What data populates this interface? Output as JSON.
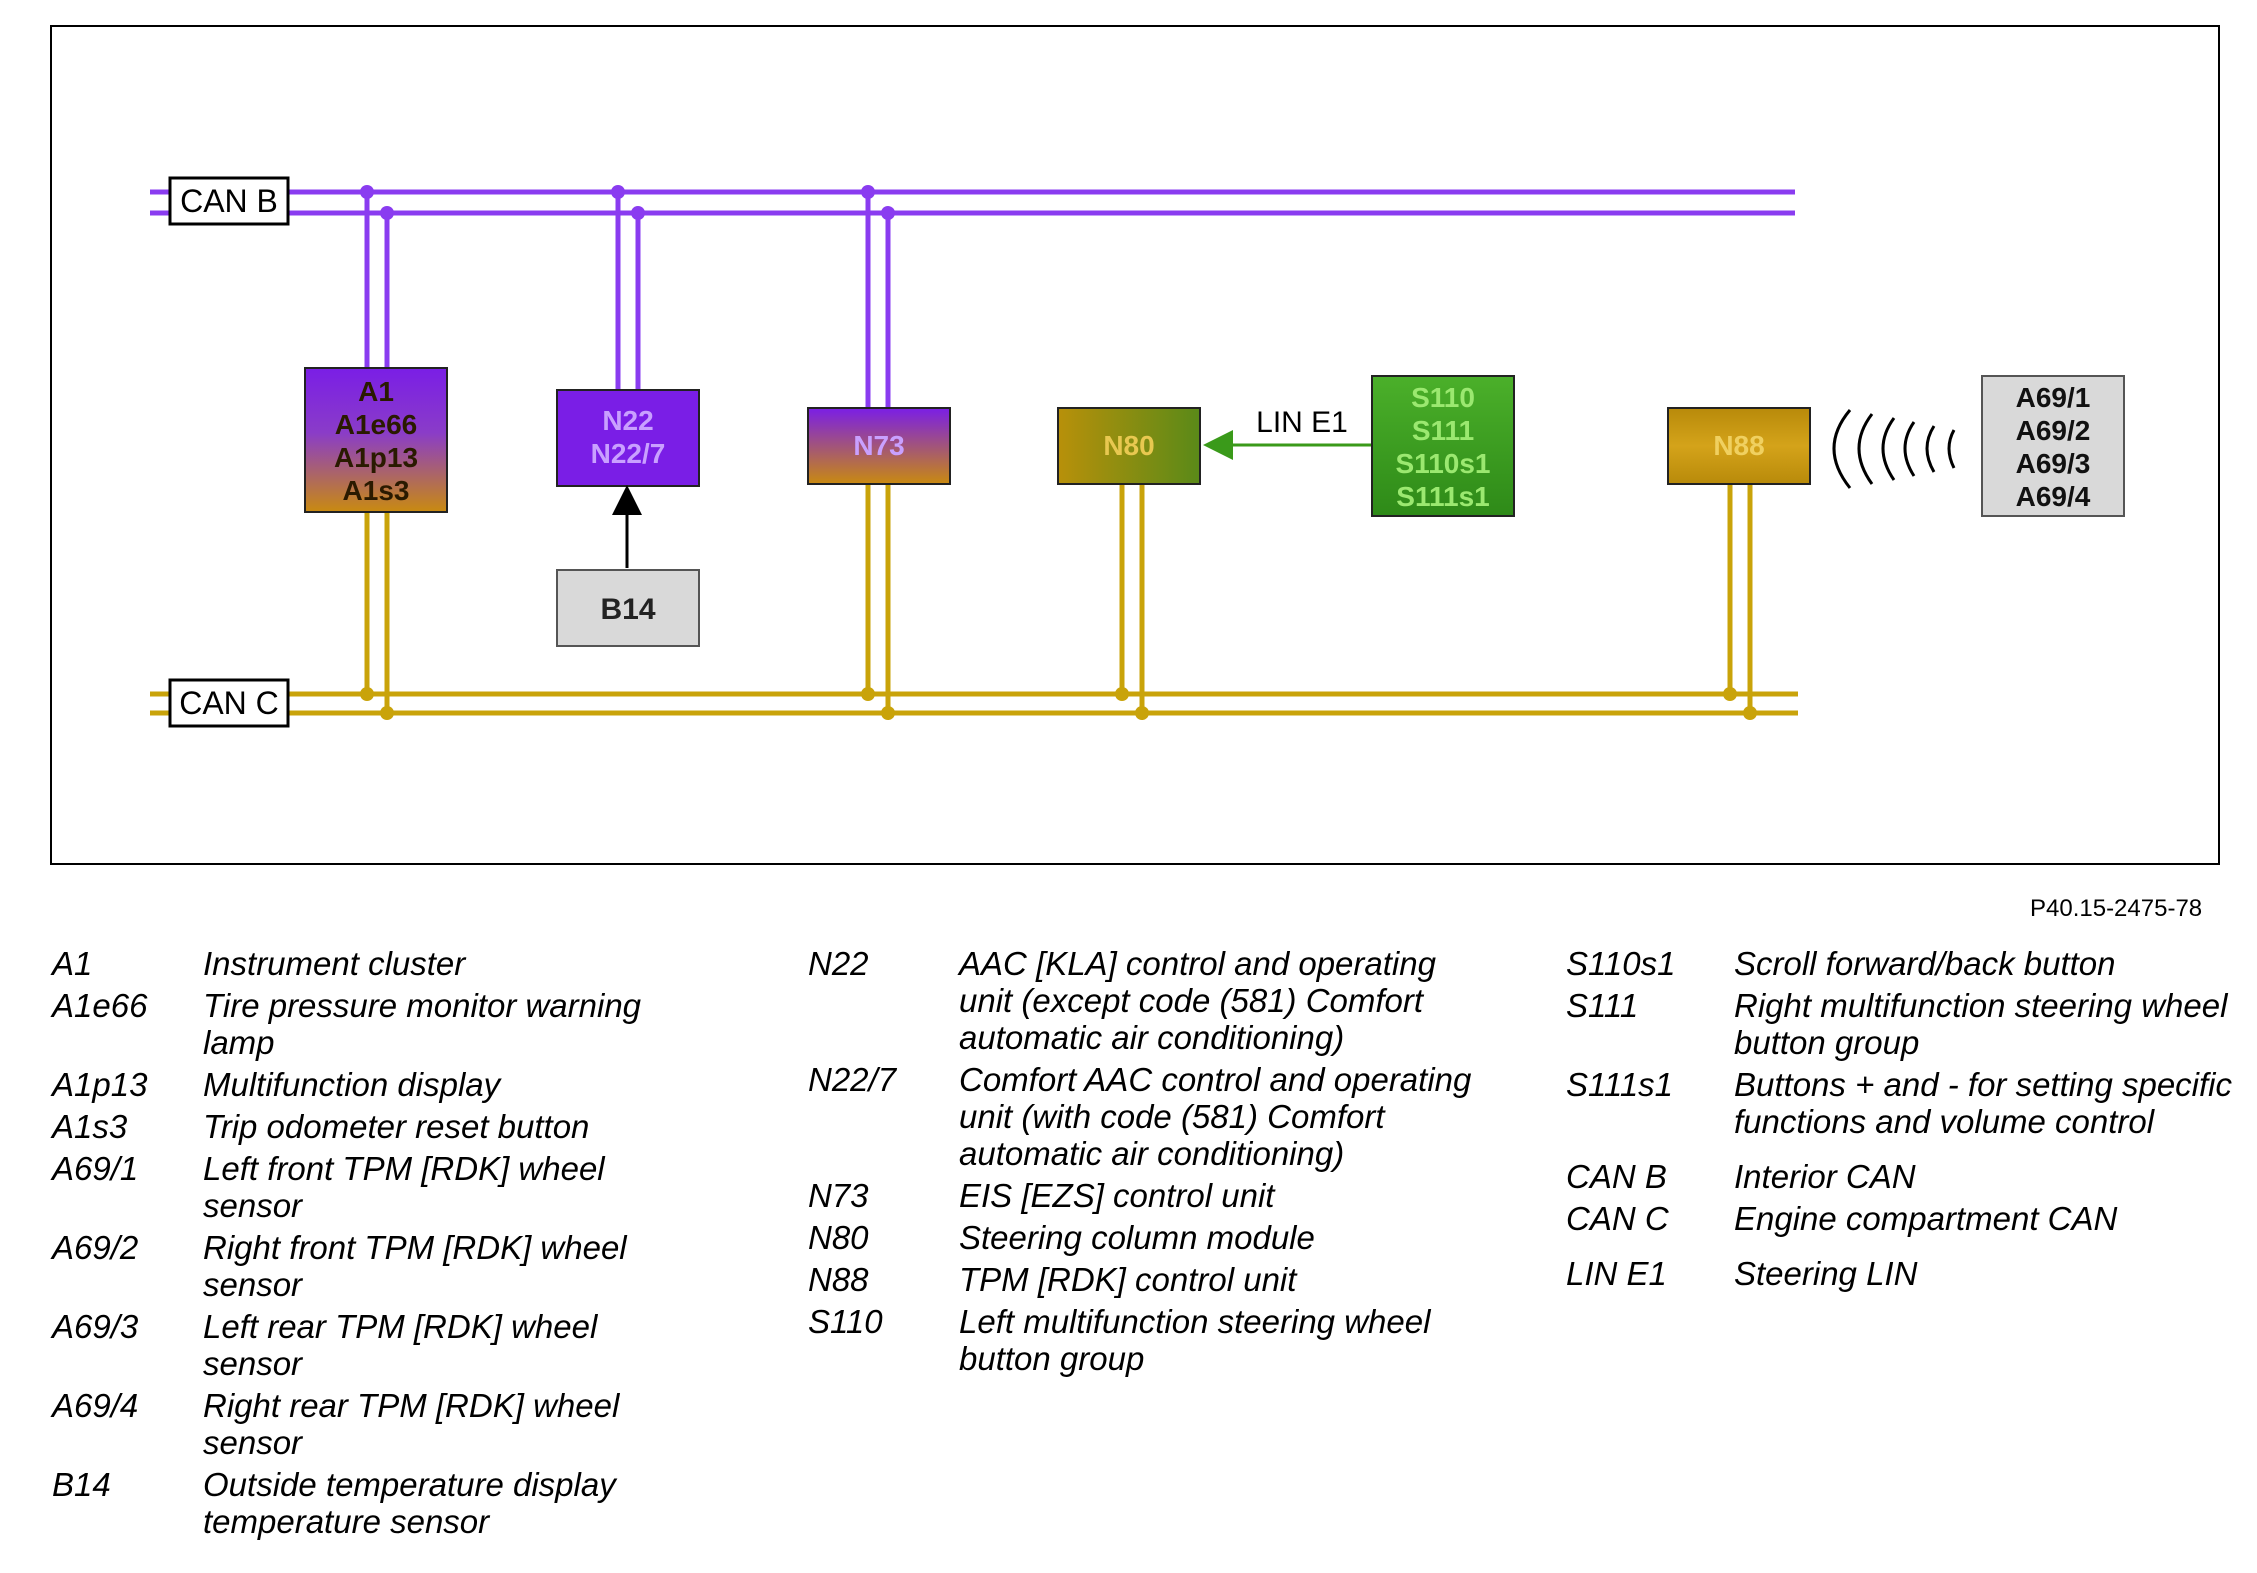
{
  "diagram": {
    "buses": {
      "can_b": "CAN B",
      "can_c": "CAN C",
      "lin": "LIN E1"
    },
    "nodes": {
      "a1": [
        "A1",
        "A1e66",
        "A1p13",
        "A1s3"
      ],
      "n22": [
        "N22",
        "N22/7"
      ],
      "n73": [
        "N73"
      ],
      "n80": [
        "N80"
      ],
      "s110": [
        "S110",
        "S111",
        "S110s1",
        "S111s1"
      ],
      "n88": [
        "N88"
      ],
      "a69": [
        "A69/1",
        "A69/2",
        "A69/3",
        "A69/4"
      ],
      "b14": [
        "B14"
      ]
    },
    "colors": {
      "can_b": "#8a3cf0",
      "can_c": "#c9a30a",
      "lin": "#3a9a1a",
      "purple_box": "#7a1ee6",
      "gold_box": "#c99a10",
      "green_box": "#3fa020",
      "gray_box": "#d9d9d9"
    }
  },
  "figure_ref": "P40.15-2475-78",
  "legend": {
    "col1": [
      {
        "code": "A1",
        "desc": "Instrument cluster"
      },
      {
        "code": "A1e66",
        "desc": "Tire pressure monitor warning lamp"
      },
      {
        "code": "A1p13",
        "desc": "Multifunction display"
      },
      {
        "code": "A1s3",
        "desc": "Trip odometer reset button"
      },
      {
        "code": "A69/1",
        "desc": "Left front TPM [RDK] wheel sensor"
      },
      {
        "code": "A69/2",
        "desc": "Right front TPM [RDK] wheel sensor"
      },
      {
        "code": "A69/3",
        "desc": "Left rear TPM [RDK] wheel sensor"
      },
      {
        "code": "A69/4",
        "desc": "Right rear TPM [RDK] wheel sensor"
      },
      {
        "code": "B14",
        "desc": "Outside temperature display temperature sensor"
      }
    ],
    "col2": [
      {
        "code": "N22",
        "desc": "AAC [KLA] control and operating unit (except code (581) Comfort automatic air conditioning)"
      },
      {
        "code": "N22/7",
        "desc": "Comfort AAC control and operating unit (with code (581) Comfort automatic air conditioning)"
      },
      {
        "code": "N73",
        "desc": "EIS [EZS] control unit"
      },
      {
        "code": "N80",
        "desc": "Steering column module"
      },
      {
        "code": "N88",
        "desc": "TPM [RDK] control unit"
      },
      {
        "code": "S110",
        "desc": "Left multifunction steering wheel button group"
      }
    ],
    "col3": [
      {
        "code": "S110s1",
        "desc": "Scroll forward/back button"
      },
      {
        "code": "S111",
        "desc": "Right multifunction steering wheel button group"
      },
      {
        "code": "S111s1",
        "desc": "Buttons + and - for setting specific functions and volume control"
      },
      {
        "code": "CAN B",
        "desc": "Interior CAN"
      },
      {
        "code": "CAN C",
        "desc": "Engine compartment CAN"
      },
      {
        "code": "LIN E1",
        "desc": "Steering LIN"
      }
    ]
  }
}
